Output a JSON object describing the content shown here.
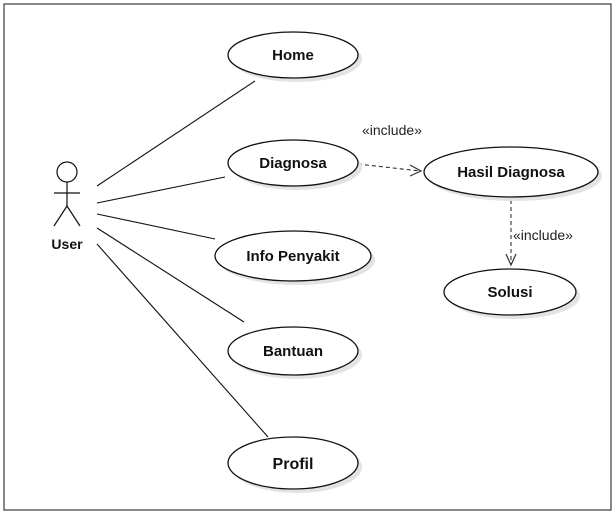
{
  "diagram": {
    "actor": {
      "name": "User"
    },
    "use_cases": [
      {
        "id": "home",
        "label": "Home"
      },
      {
        "id": "diagnosa",
        "label": "Diagnosa"
      },
      {
        "id": "info_penyakit",
        "label": "Info Penyakit"
      },
      {
        "id": "bantuan",
        "label": "Bantuan"
      },
      {
        "id": "profil",
        "label": "Profil"
      },
      {
        "id": "hasil_diagnosa",
        "label": "Hasil Diagnosa"
      },
      {
        "id": "solusi",
        "label": "Solusi"
      }
    ],
    "associations": [
      {
        "from": "actor",
        "to": "home"
      },
      {
        "from": "actor",
        "to": "diagnosa"
      },
      {
        "from": "actor",
        "to": "info_penyakit"
      },
      {
        "from": "actor",
        "to": "bantuan"
      },
      {
        "from": "actor",
        "to": "profil"
      }
    ],
    "dependencies": [
      {
        "from": "diagnosa",
        "to": "hasil_diagnosa",
        "stereotype": "«include»"
      },
      {
        "from": "hasil_diagnosa",
        "to": "solusi",
        "stereotype": "«include»"
      }
    ]
  }
}
